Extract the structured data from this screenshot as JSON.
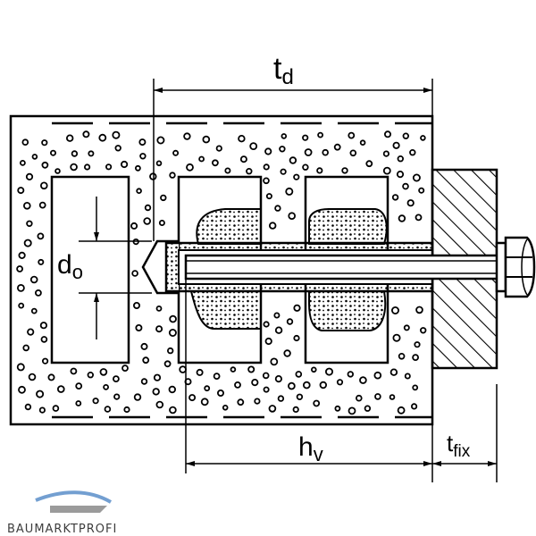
{
  "labels": {
    "td_main": "t",
    "td_sub": "d",
    "do_main": "d",
    "do_sub": "o",
    "hv_main": "h",
    "hv_sub": "v",
    "tfix_main": "t",
    "tfix_sub": "fix"
  },
  "logo": {
    "text": "BAUMARKTPROFI"
  },
  "colors": {
    "line": "#000000",
    "background": "#ffffff",
    "logo_blue": "#5b8fc9",
    "logo_gray": "#8a8a8a"
  }
}
